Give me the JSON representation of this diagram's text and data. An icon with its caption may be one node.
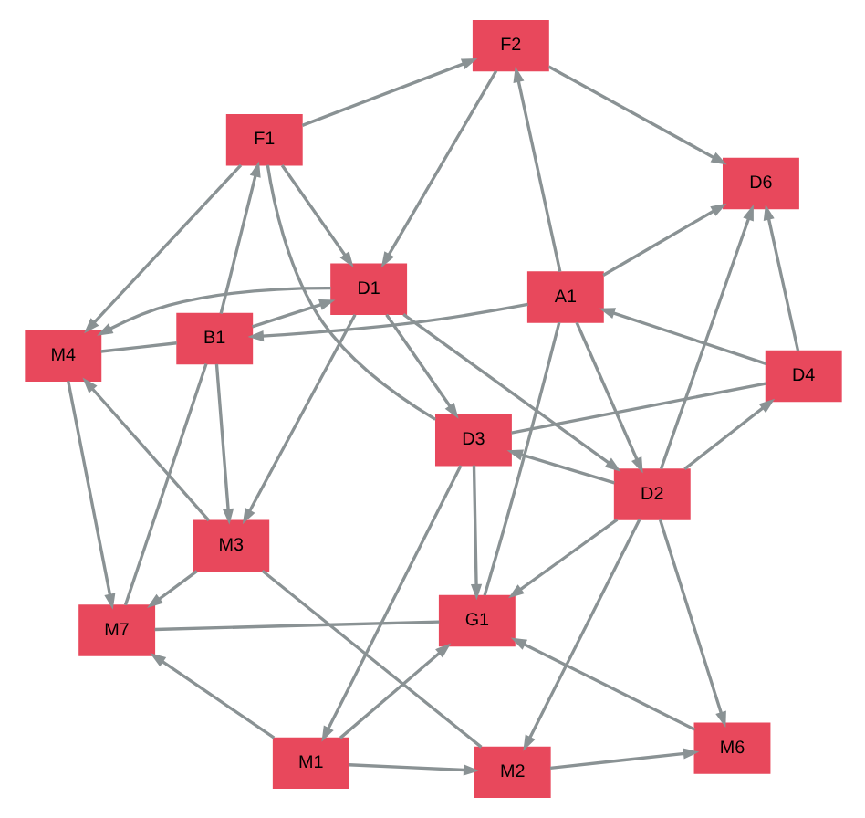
{
  "diagram": {
    "nodes": [
      {
        "text": [
          "M7"
        ]
      },
      {
        "text": [
          "M1"
        ]
      },
      {
        "text": [
          "M3"
        ]
      },
      {
        "text": [
          "M4"
        ]
      },
      {
        "text": [
          "M2"
        ]
      },
      {
        "text": [
          "B1"
        ]
      },
      {
        "text": [
          "G1"
        ]
      },
      {
        "text": [
          "M6"
        ]
      },
      {
        "text": [
          "D3"
        ]
      },
      {
        "text": [
          "D1"
        ]
      },
      {
        "text": [
          "F1"
        ]
      },
      {
        "text": [
          "D2"
        ]
      },
      {
        "text": [
          "A1"
        ]
      },
      {
        "text": [
          "F2"
        ]
      },
      {
        "text": [
          "D4"
        ]
      },
      {
        "text": [
          "D6"
        ]
      }
    ],
    "edges": [
      {
        "from": 1,
        "to": 0,
        "arrow": "to"
      },
      {
        "from": 1,
        "to": 4,
        "arrow": "to"
      },
      {
        "from": 1,
        "to": 6,
        "arrow": "to"
      },
      {
        "from": 8,
        "to": 1,
        "arrow": "to"
      },
      {
        "from": 4,
        "to": 2,
        "arrow": "none"
      },
      {
        "from": 4,
        "to": 7,
        "arrow": "to"
      },
      {
        "from": 11,
        "to": 4,
        "arrow": "to"
      },
      {
        "from": 7,
        "to": 6,
        "arrow": "to"
      },
      {
        "from": 6,
        "to": 0,
        "arrow": "none"
      },
      {
        "from": 11,
        "to": 7,
        "arrow": "to"
      },
      {
        "from": 11,
        "to": 6,
        "arrow": "to"
      },
      {
        "from": 8,
        "to": 6,
        "arrow": "to"
      },
      {
        "from": 6,
        "to": 12,
        "arrow": "none"
      },
      {
        "from": 11,
        "to": 15,
        "arrow": "to"
      },
      {
        "from": 11,
        "to": 14,
        "arrow": "to"
      },
      {
        "from": 14,
        "to": 8,
        "arrow": "none"
      },
      {
        "from": 14,
        "to": 12,
        "arrow": "to"
      },
      {
        "from": 14,
        "to": 15,
        "arrow": "to"
      },
      {
        "from": 11,
        "to": 8,
        "arrow": "to"
      },
      {
        "from": 9,
        "to": 11,
        "arrow": "to"
      },
      {
        "from": 12,
        "to": 11,
        "arrow": "to"
      },
      {
        "from": 12,
        "to": 5,
        "arrow": "to"
      },
      {
        "from": 5,
        "to": 9,
        "arrow": "to"
      },
      {
        "from": 9,
        "to": 3,
        "arrow": "to"
      },
      {
        "from": 9,
        "to": 2,
        "arrow": "to"
      },
      {
        "from": 5,
        "to": 2,
        "arrow": "to"
      },
      {
        "from": 2,
        "to": 0,
        "arrow": "to"
      },
      {
        "from": 2,
        "to": 3,
        "arrow": "to"
      },
      {
        "from": 3,
        "to": 0,
        "arrow": "to"
      },
      {
        "from": 0,
        "to": 5,
        "arrow": "none"
      },
      {
        "from": 5,
        "to": 10,
        "arrow": "to"
      },
      {
        "from": 10,
        "to": 3,
        "arrow": "to"
      },
      {
        "from": 3,
        "to": 5,
        "arrow": "none"
      },
      {
        "from": 10,
        "to": 9,
        "arrow": "to"
      },
      {
        "from": 9,
        "to": 8,
        "arrow": "to"
      },
      {
        "from": 8,
        "to": 10,
        "arrow": "none"
      },
      {
        "from": 10,
        "to": 13,
        "arrow": "to"
      },
      {
        "from": 13,
        "to": 9,
        "arrow": "to"
      },
      {
        "from": 12,
        "to": 13,
        "arrow": "to"
      },
      {
        "from": 13,
        "to": 15,
        "arrow": "to"
      },
      {
        "from": 12,
        "to": 15,
        "arrow": "to"
      }
    ]
  }
}
